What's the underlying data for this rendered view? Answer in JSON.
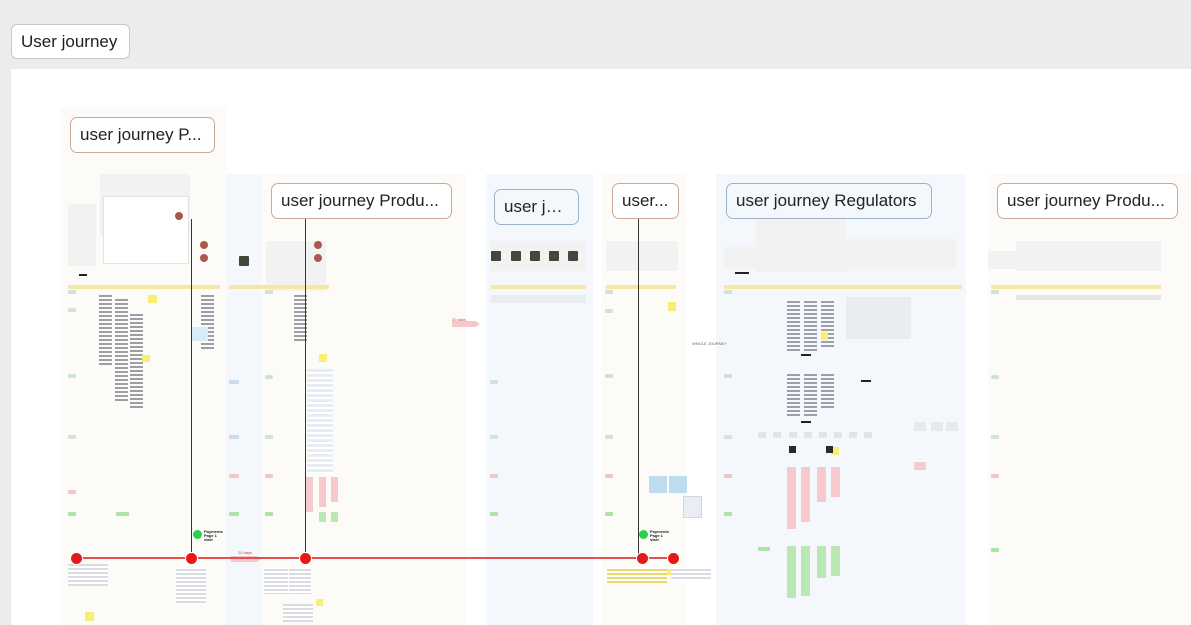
{
  "board": {
    "frame_title": "User journey",
    "sections": [
      {
        "id": "s1",
        "title": "user journey P..."
      },
      {
        "id": "s2",
        "title": "user journey Produ..."
      },
      {
        "id": "s3",
        "title": "user jo..."
      },
      {
        "id": "s4",
        "title": "user..."
      },
      {
        "id": "s5",
        "title": "user journey Regulators"
      },
      {
        "id": "s6",
        "title": "user journey Produ..."
      }
    ],
    "annotations": {
      "days_a": "20 days",
      "days_b": "20 days",
      "payments_a": "Payments Page 1 start",
      "payments_b": "Payments Page 1 start",
      "mid_note": "WHOLE JOURNEY"
    },
    "colors": {
      "timeline": "#e35050",
      "milestone": "#e41919",
      "sticky_yellow": "#f7ee74",
      "sticky_red": "#f6c9cc",
      "sticky_green": "#b9e8b5"
    }
  }
}
